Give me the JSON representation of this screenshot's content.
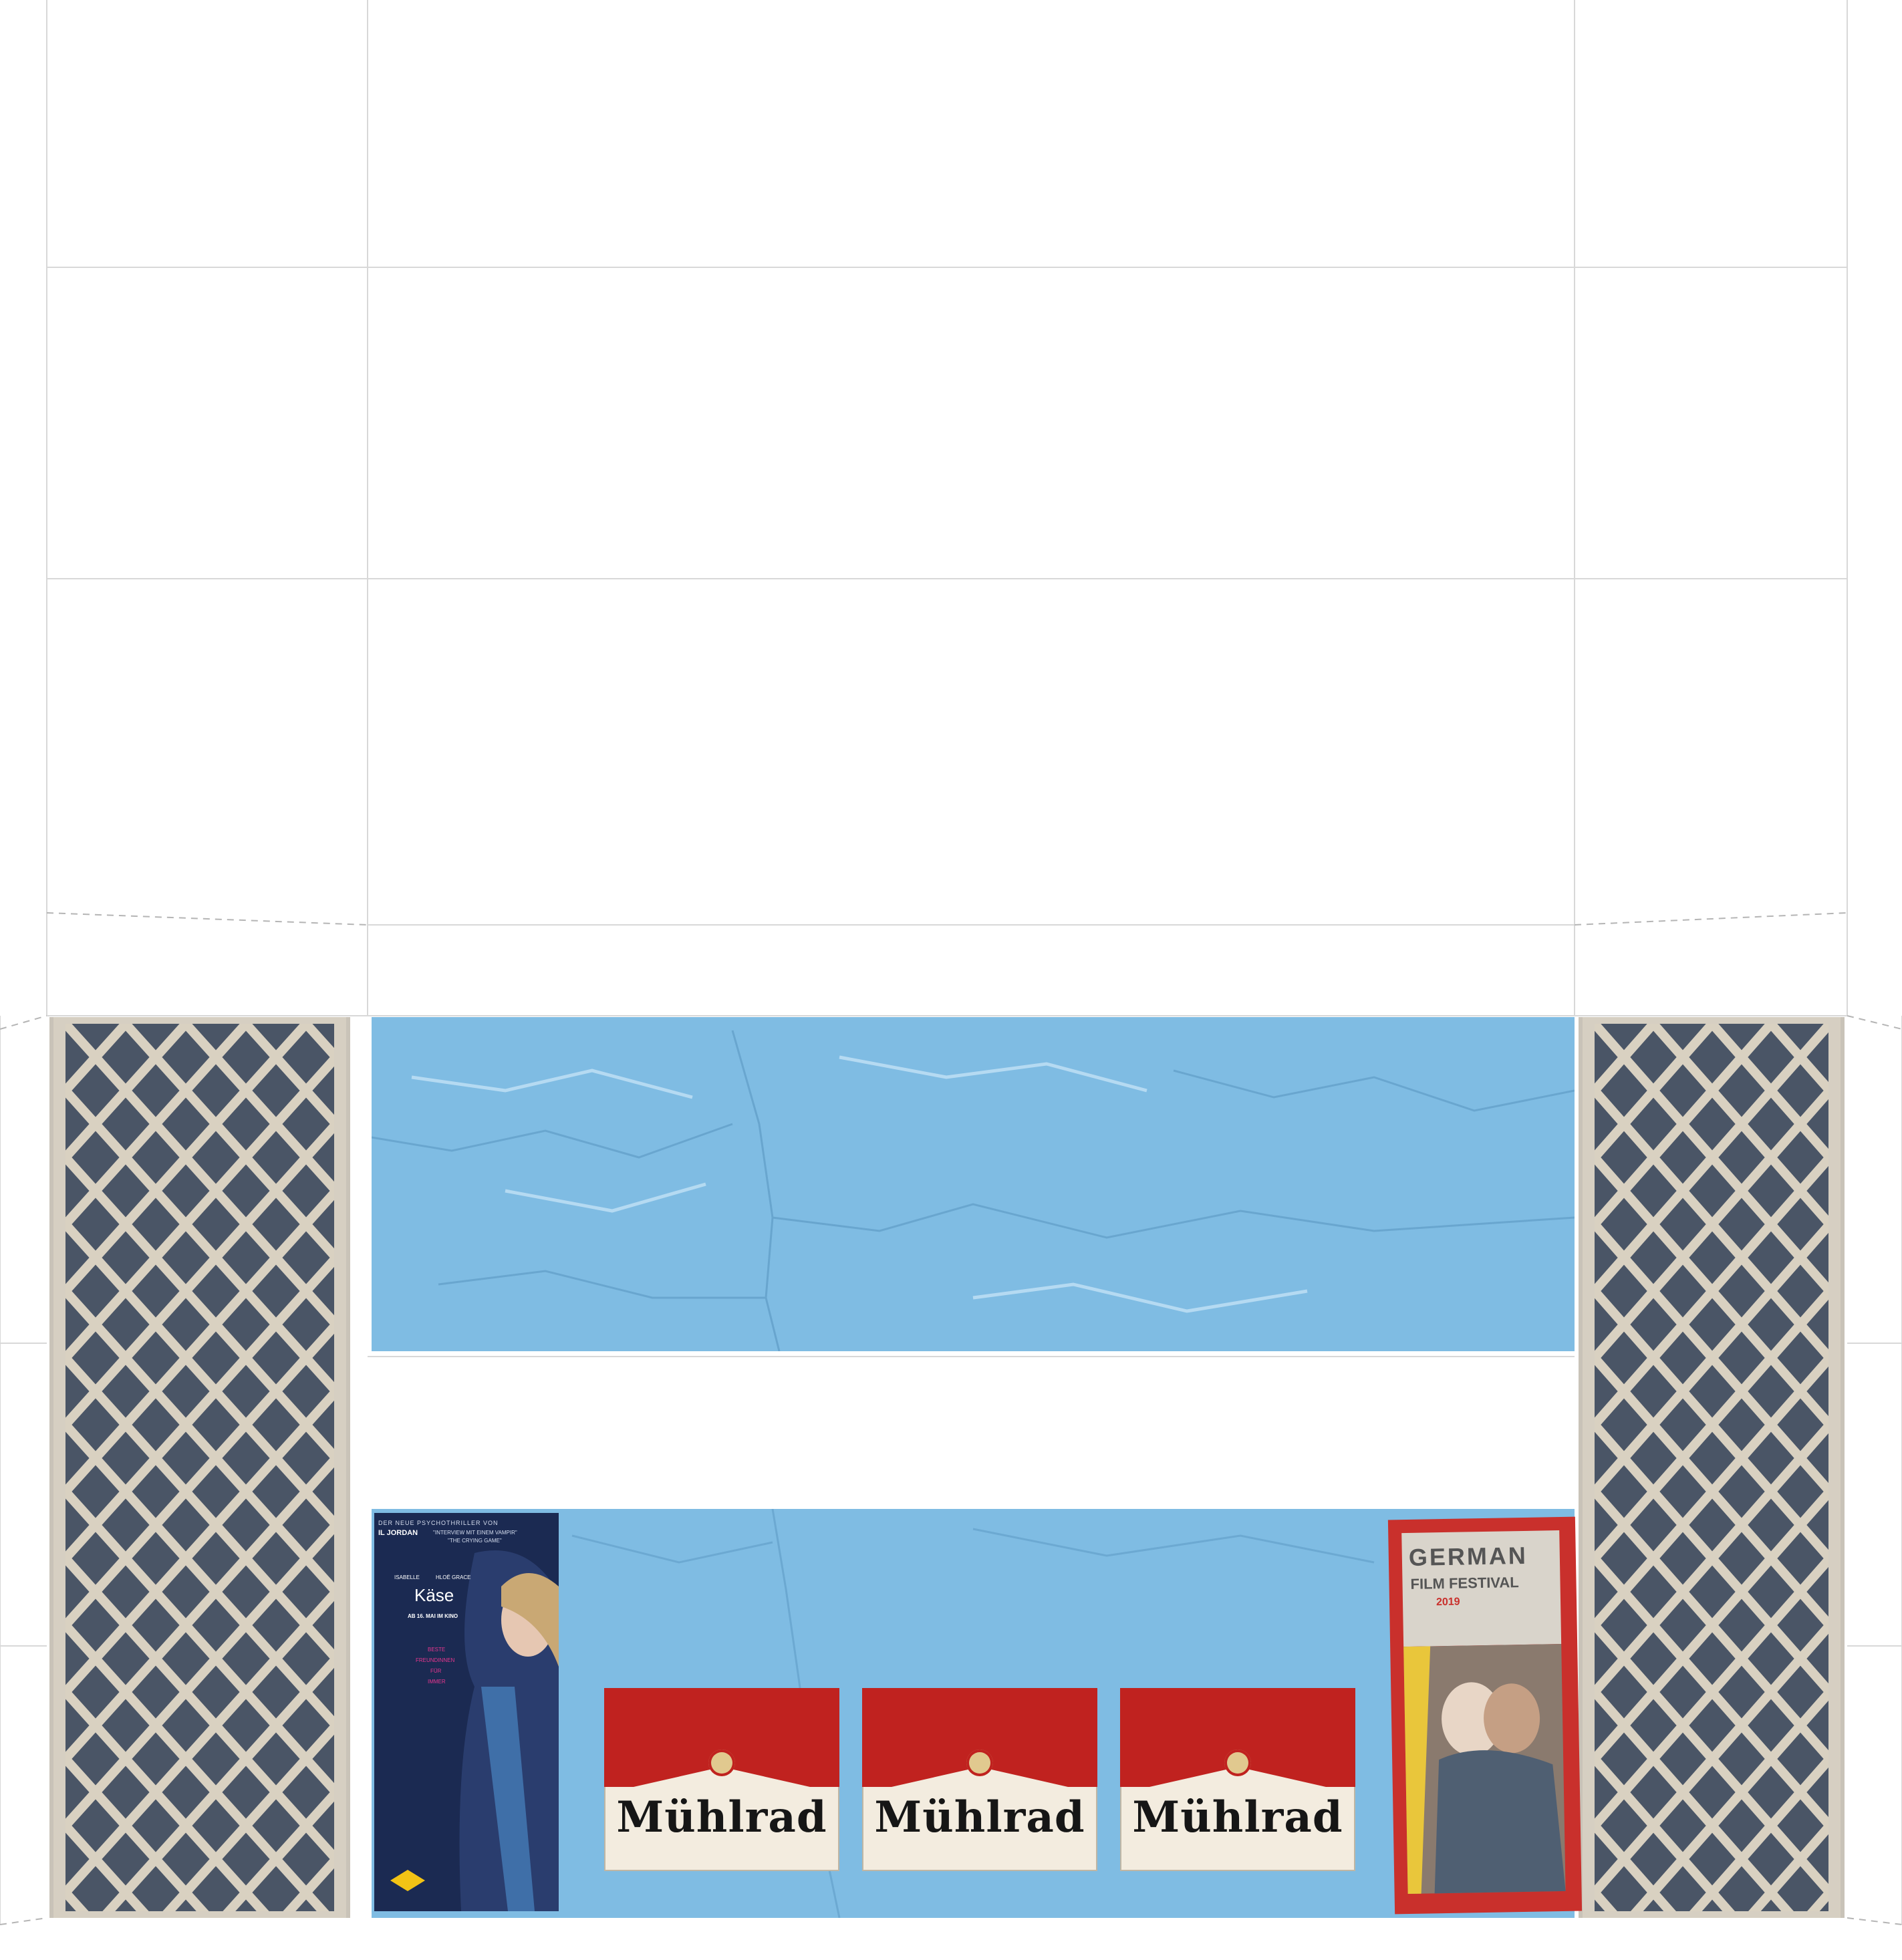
{
  "colors": {
    "wall_blue": "#7fbce3",
    "lattice_stone": "#d6cfc2",
    "lattice_dark": "#46505e",
    "sign_red": "#c0221f",
    "sign_cream": "#f3ecdf",
    "film_poster_bg": "#1b2a52",
    "festival_bg": "#c9302c"
  },
  "film_poster": {
    "tagline": "DER NEUE PSYCHOTHRILLER VON",
    "director": "IL JORDAN",
    "ref_1": "\"INTERVIEW MIT EINEM VAMPIR\"",
    "ref_2": "\"THE CRYING GAME\"",
    "actor_1": "ISABELLE",
    "actor_2": "HLOË GRACE",
    "title": "Käse",
    "release": "AB 16. MAI IM KINO",
    "slogan_1": "BESTE",
    "slogan_2": "FREUNDINNEN",
    "slogan_3": "FÜR",
    "slogan_4": "IMMER"
  },
  "signs": [
    {
      "label": "Mühlrad"
    },
    {
      "label": "Mühlrad"
    },
    {
      "label": "Mühlrad"
    }
  ],
  "festival_poster": {
    "line_1": "GERMAN",
    "line_2": "FILM FESTIVAL",
    "year": "2019"
  }
}
